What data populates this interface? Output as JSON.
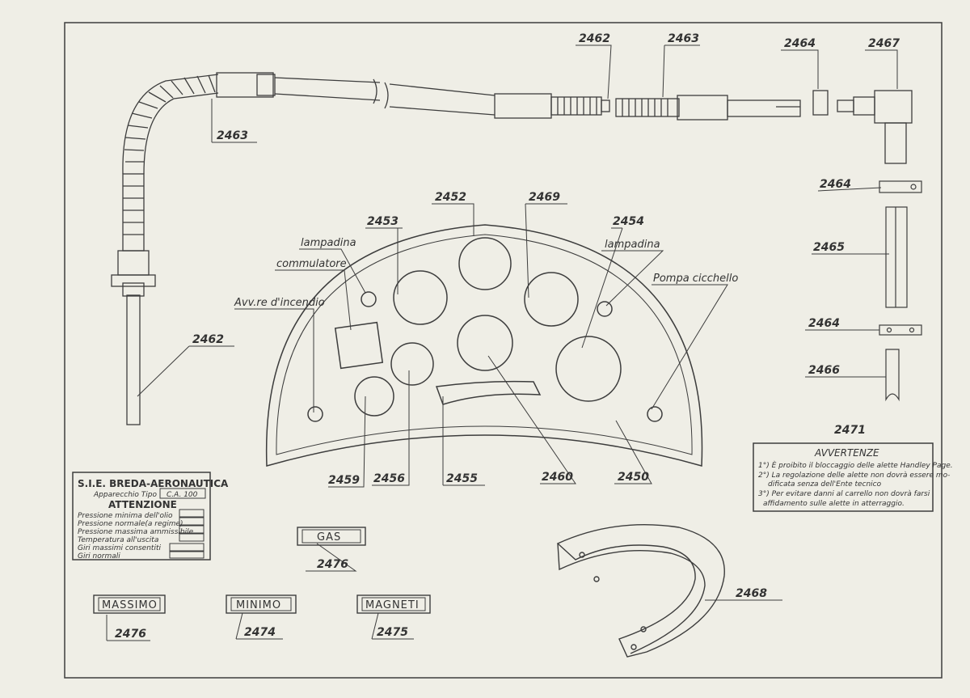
{
  "colors": {
    "paper": "#efeee6",
    "ink": "#3d3d3d"
  },
  "callouts": {
    "c2462_top": "2462",
    "c2463_top": "2463",
    "c2464_top": "2464",
    "c2467": "2467",
    "c2463_left": "2463",
    "c2462_left": "2462",
    "c2464_mid": "2464",
    "c2465": "2465",
    "c2464_low": "2464",
    "c2466": "2466",
    "c2471": "2471",
    "c2452": "2452",
    "c2469": "2469",
    "c2453": "2453",
    "c2454": "2454",
    "c2459": "2459",
    "c2456": "2456",
    "c2455": "2455",
    "c2460": "2460",
    "c2450": "2450",
    "c2476_gas": "2476",
    "c2476_massimo": "2476",
    "c2474": "2474",
    "c2475": "2475",
    "c2468": "2468"
  },
  "labels": {
    "lampadina_left": "lampadina",
    "commutatore": "commulatore",
    "avv_incendio": "Avv.re d'incendio",
    "lampadina_right": "lampadina",
    "pompa_cicchetto": "Pompa cicchello"
  },
  "plate": {
    "title": "S.I.E. BREDA-AERONAUTICA",
    "apparecchio": "Apparecchio Tipo",
    "model": "C.A. 100",
    "heading": "ATTENZIONE",
    "rows": [
      "Pressione minima dell'olio",
      "Pressione normale(a regime)",
      "Pressione massima ammissibile",
      "Temperatura all'uscita",
      "Giri massimi consentiti",
      "Giri normali"
    ]
  },
  "warning": {
    "title": "AVVERTENZE",
    "lines": [
      "1°) È proibito il bloccaggio delle alette Handley Page.",
      "2°) La regolazione delle alette non dovrà essere mo-",
      "dificata senza dell'Ente tecnico",
      "3°) Per evitare danni al carrello non dovrà farsi",
      "affidamento sulle alette in atterraggio."
    ]
  },
  "tags": {
    "gas": "GAS",
    "massimo": "MASSIMO",
    "minimo": "MINIMO",
    "magneti": "MAGNETI"
  }
}
